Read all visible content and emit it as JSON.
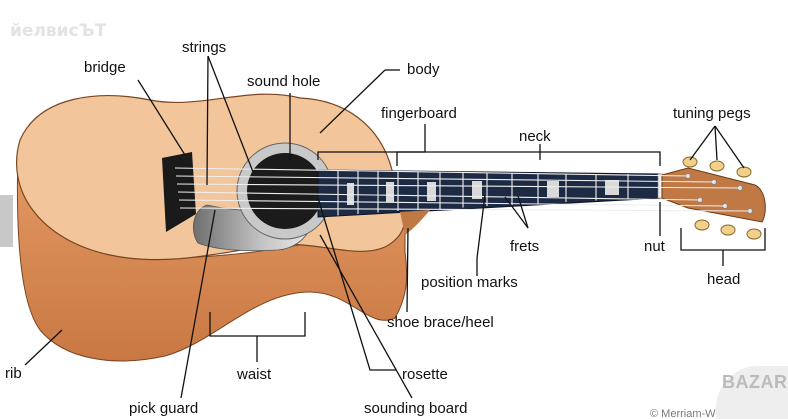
{
  "watermark": "йелвисЪТ",
  "credit": "© Merriam-Webster",
  "badge": "BAZAR",
  "labels": {
    "bridge": "bridge",
    "strings": "strings",
    "sound_hole": "sound hole",
    "body": "body",
    "fingerboard": "fingerboard",
    "neck": "neck",
    "tuning_pegs": "tuning pegs",
    "frets": "frets",
    "nut": "nut",
    "position_marks": "position marks",
    "head": "head",
    "shoe_brace_heel": "shoe brace/heel",
    "rib": "rib",
    "waist": "waist",
    "rosette": "rosette",
    "pick_guard": "pick guard",
    "sounding_board": "sounding board"
  },
  "colors": {
    "top": "#f2c69a",
    "rib": "#d78a55",
    "fingerboard": "#1d2a44",
    "head": "#c07945",
    "hole": "#1b1b1b",
    "rosette": "#c9c9c9",
    "pick_guard": "#aaaaaa",
    "peg": "#f0d08a"
  }
}
